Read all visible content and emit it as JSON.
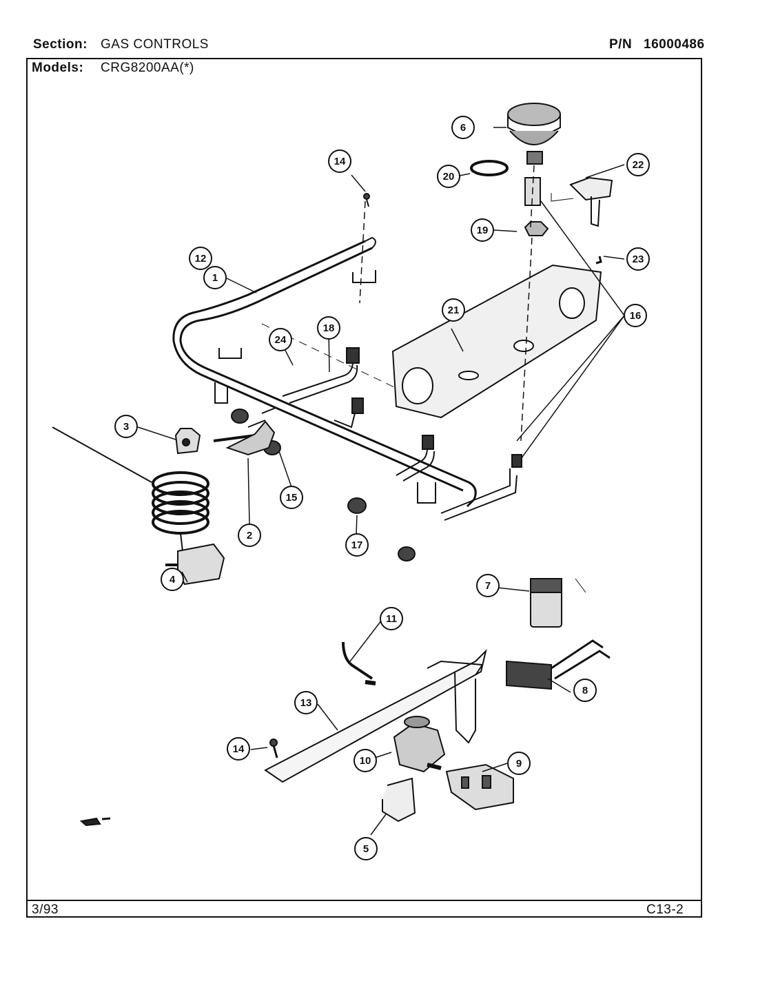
{
  "header": {
    "section_label": "Section:",
    "section_value": "GAS CONTROLS",
    "pn_label": "P/N",
    "pn_value": "16000486",
    "models_label": "Models:",
    "models_value": "CRG8200AA(*)"
  },
  "footer": {
    "date": "3/93",
    "page": "C13-2"
  },
  "callouts": [
    "1",
    "2",
    "3",
    "4",
    "5",
    "6",
    "7",
    "8",
    "9",
    "10",
    "11",
    "12",
    "13",
    "14",
    "14",
    "15",
    "16",
    "17",
    "18",
    "19",
    "20",
    "21",
    "22",
    "23",
    "24"
  ]
}
